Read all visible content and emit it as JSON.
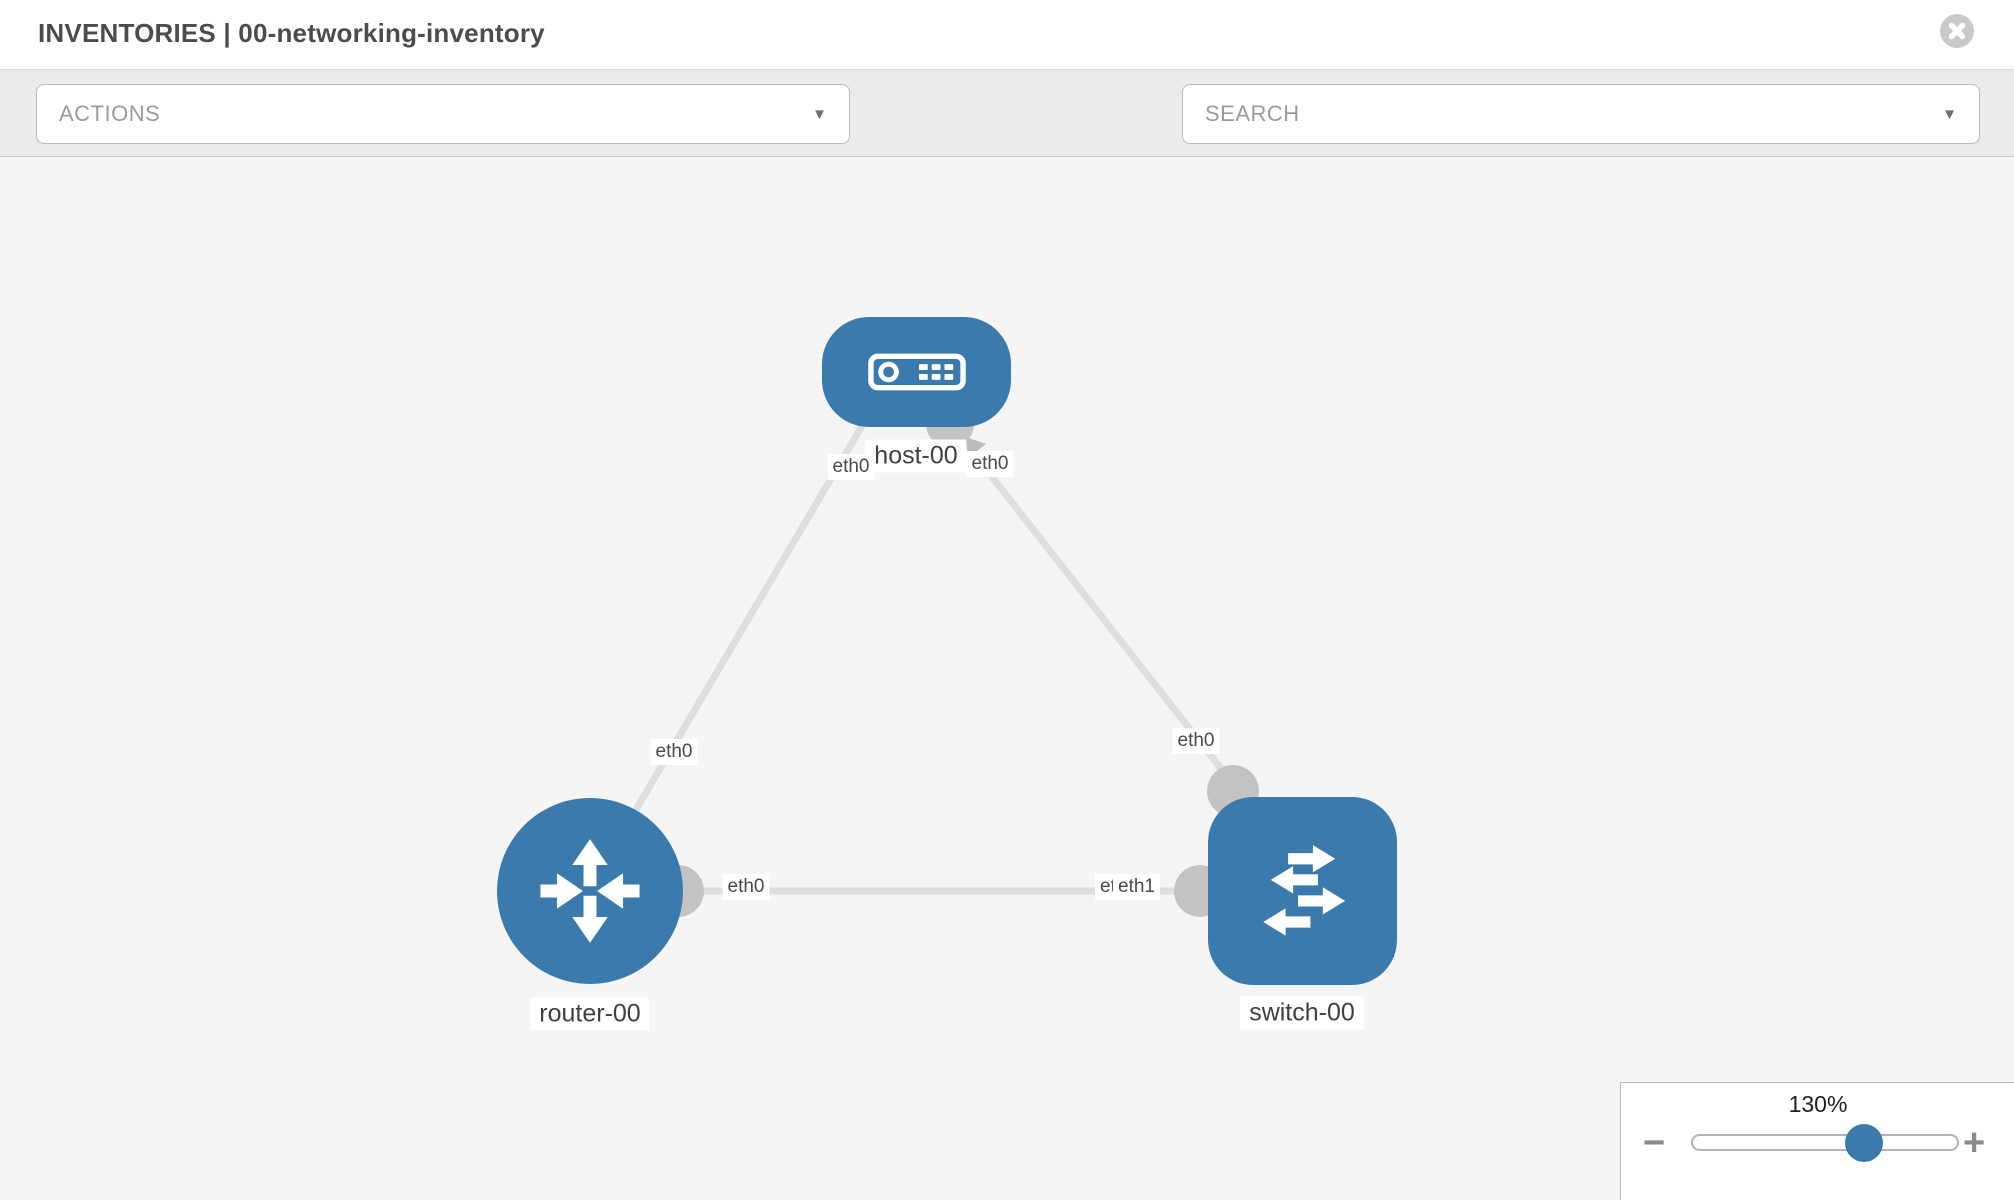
{
  "header": {
    "title": "INVENTORIES | 00-networking-inventory"
  },
  "toolbar": {
    "actions_label": "ACTIONS",
    "search_label": "SEARCH"
  },
  "icons": {
    "caret": "▼"
  },
  "diagram": {
    "nodes": {
      "host": {
        "label": "host-00",
        "type": "host"
      },
      "router": {
        "label": "router-00",
        "type": "router"
      },
      "switch": {
        "label": "switch-00",
        "type": "switch"
      }
    },
    "interface_labels": {
      "link_router_host_near_host": "eth0",
      "link_router_host_mid": "eth0",
      "link_host_switch_near_host": "eth0",
      "link_host_switch_near_switch": "eth0",
      "link_router_switch_near_router": "eth0",
      "link_router_switch_near_switch_under": "eth0",
      "link_router_switch_near_switch": "eth1"
    },
    "links": [
      {
        "from": "router-00",
        "to": "host-00"
      },
      {
        "from": "host-00",
        "to": "switch-00"
      },
      {
        "from": "router-00",
        "to": "switch-00"
      }
    ]
  },
  "zoom_control": {
    "value": "130%",
    "minus_label": "−",
    "plus_label": "+"
  },
  "colors": {
    "node_blue": "#3a7aad",
    "edge_gray": "#dedede",
    "port_gray": "#c3c3c3",
    "canvas_bg": "#f5f5f5"
  }
}
